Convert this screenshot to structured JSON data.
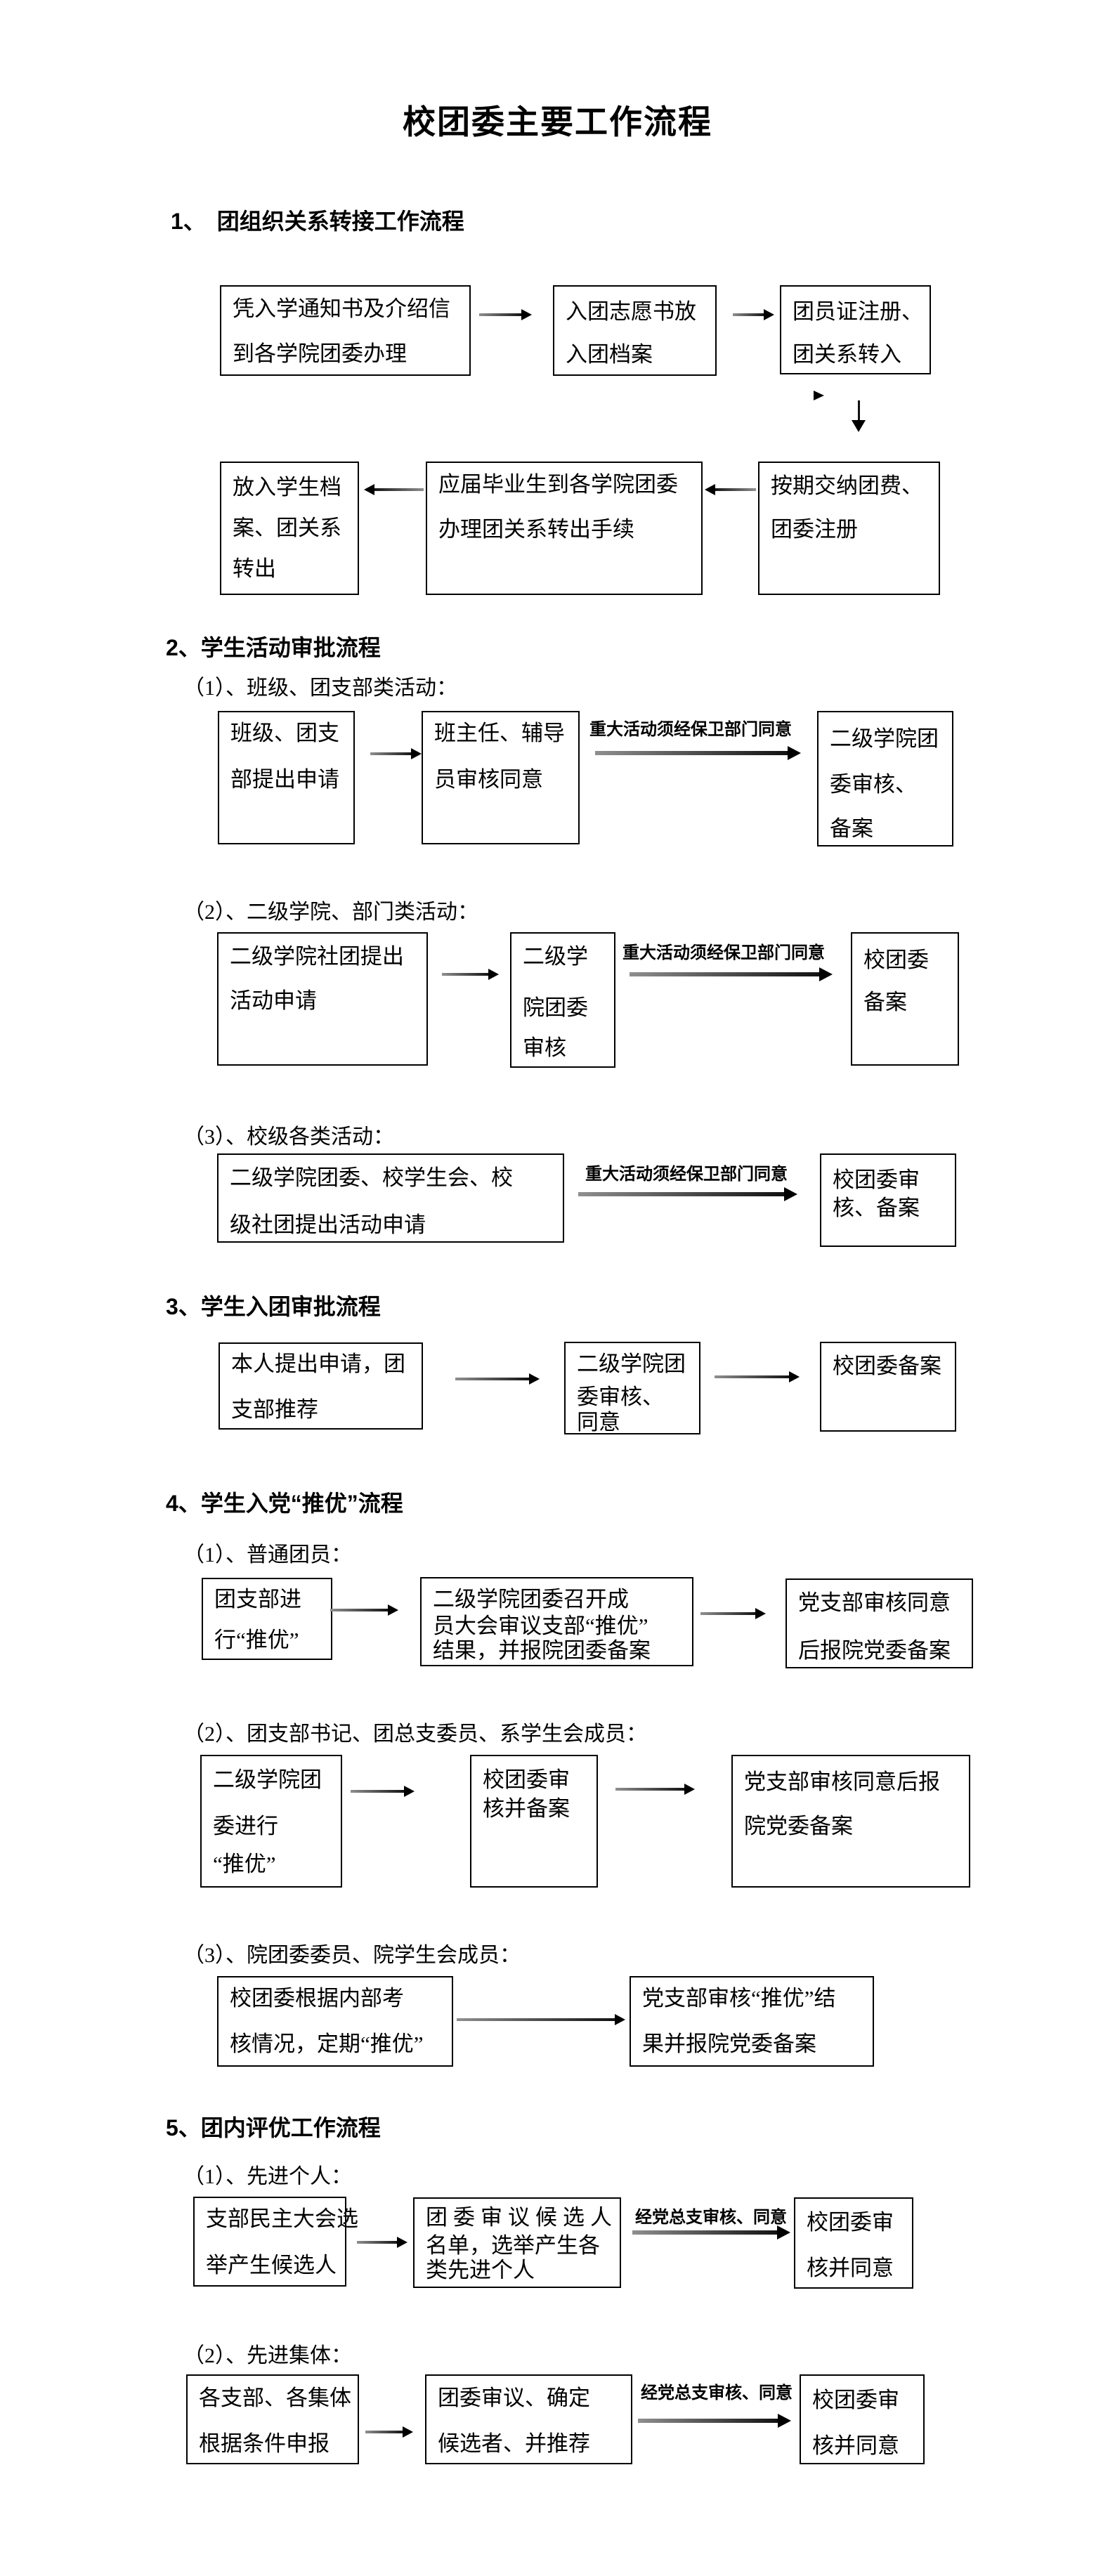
{
  "title": "校团委主要工作流程",
  "s1": {
    "heading": "1、　团组织关系转接工作流程",
    "r1b1": [
      "凭入学通知书及介绍信",
      "到各学院团委办理"
    ],
    "r1b2": [
      "入团志愿书放",
      "入团档案"
    ],
    "r1b3": [
      "团员证注册、",
      "团关系转入"
    ],
    "r2b_right": [
      "按期交纳团费、",
      "团委注册"
    ],
    "r2b_mid": [
      "应届毕业生到各学院团委",
      "办理团关系转出手续"
    ],
    "r2b_left": [
      "放入学生档",
      "案、团关系",
      "转出"
    ]
  },
  "s2": {
    "heading": "2、学生活动审批流程",
    "sub1_label": "（1）、班级、团支部类活动：",
    "sub1_b1": [
      "班级、团支",
      "部提出申请"
    ],
    "sub1_b2": [
      "班主任、辅导",
      "员审核同意"
    ],
    "sub1_arrow_label": "重大活动须经保卫部门同意",
    "sub1_b3": [
      "二级学院团",
      "委审核、",
      "备案"
    ],
    "sub2_label": "（2）、二级学院、部门类活动：",
    "sub2_b1": [
      "二级学院社团提出",
      "活动申请"
    ],
    "sub2_b2": [
      "二级学",
      "院团委",
      "审核"
    ],
    "sub2_arrow_label": "重大活动须经保卫部门同意",
    "sub2_b3": [
      "校团委",
      "备案"
    ],
    "sub3_label": "（3）、校级各类活动：",
    "sub3_b1": [
      "二级学院团委、校学生会、校",
      "级社团提出活动申请"
    ],
    "sub3_arrow_label": "重大活动须经保卫部门同意",
    "sub3_b3": [
      "校团委审",
      "核、备案"
    ]
  },
  "s3": {
    "heading": "3、学生入团审批流程",
    "b1": [
      "本人提出申请，团",
      "支部推荐"
    ],
    "b2": [
      "二级学院团",
      "委审核、",
      "同意"
    ],
    "b3": [
      "校团委备案"
    ]
  },
  "s4": {
    "heading": "4、学生入党“推优”流程",
    "sub1_label": "（1）、普通团员：",
    "sub1_b1": [
      "团支部进",
      "行“推优”"
    ],
    "sub1_b2": [
      "二级学院团委召开成",
      "员大会审议支部“推优”",
      "结果，并报院团委备案"
    ],
    "sub1_b3": [
      "党支部审核同意",
      "后报院党委备案"
    ],
    "sub2_label": "（2）、团支部书记、团总支委员、系学生会成员：",
    "sub2_b1": [
      "二级学院团",
      "委进行",
      "“推优”"
    ],
    "sub2_b2": [
      "校团委审",
      "核并备案"
    ],
    "sub2_b3": [
      "党支部审核同意后报",
      "院党委备案"
    ],
    "sub3_label": "（3）、院团委委员、院学生会成员：",
    "sub3_b1": [
      "校团委根据内部考",
      "核情况，定期“推优”"
    ],
    "sub3_b2": [
      "党支部审核“推优”结",
      "果并报院党委备案"
    ]
  },
  "s5": {
    "heading": "5、团内评优工作流程",
    "sub1_label": "（1）、先进个人：",
    "sub1_b1": [
      "支部民主大会选",
      "举产生候选人"
    ],
    "sub1_b2": [
      "团委审议候选人",
      "名单，选举产生各",
      "类先进个人"
    ],
    "sub1_arrow_label": "经党总支审核、同意",
    "sub1_b3": [
      "校团委审",
      "核并同意"
    ],
    "sub2_label": "（2）、先进集体：",
    "sub2_b1": [
      "各支部、各集体",
      "根据条件申报"
    ],
    "sub2_b2": [
      "团委审议、确定",
      "候选者、并推荐"
    ],
    "sub2_arrow_label": "经党总支审核、同意",
    "sub2_b3": [
      "校团委审",
      "核并同意"
    ]
  }
}
